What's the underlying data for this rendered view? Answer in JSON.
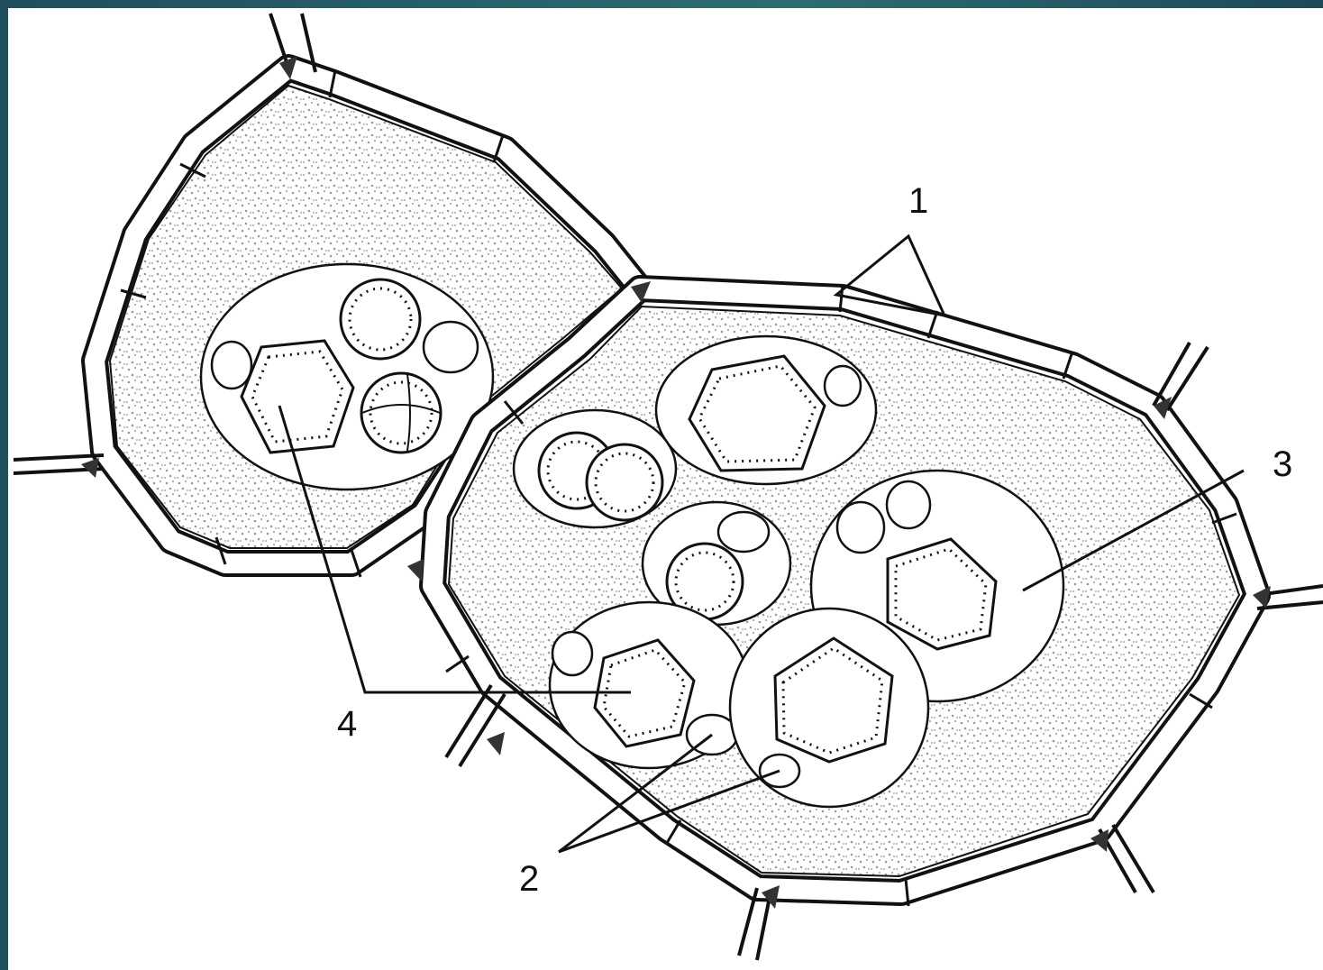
{
  "frame": {
    "accent": "#1f4f5c"
  },
  "labels": {
    "l1": "1",
    "l2": "2",
    "l3": "3",
    "l4": "4"
  }
}
